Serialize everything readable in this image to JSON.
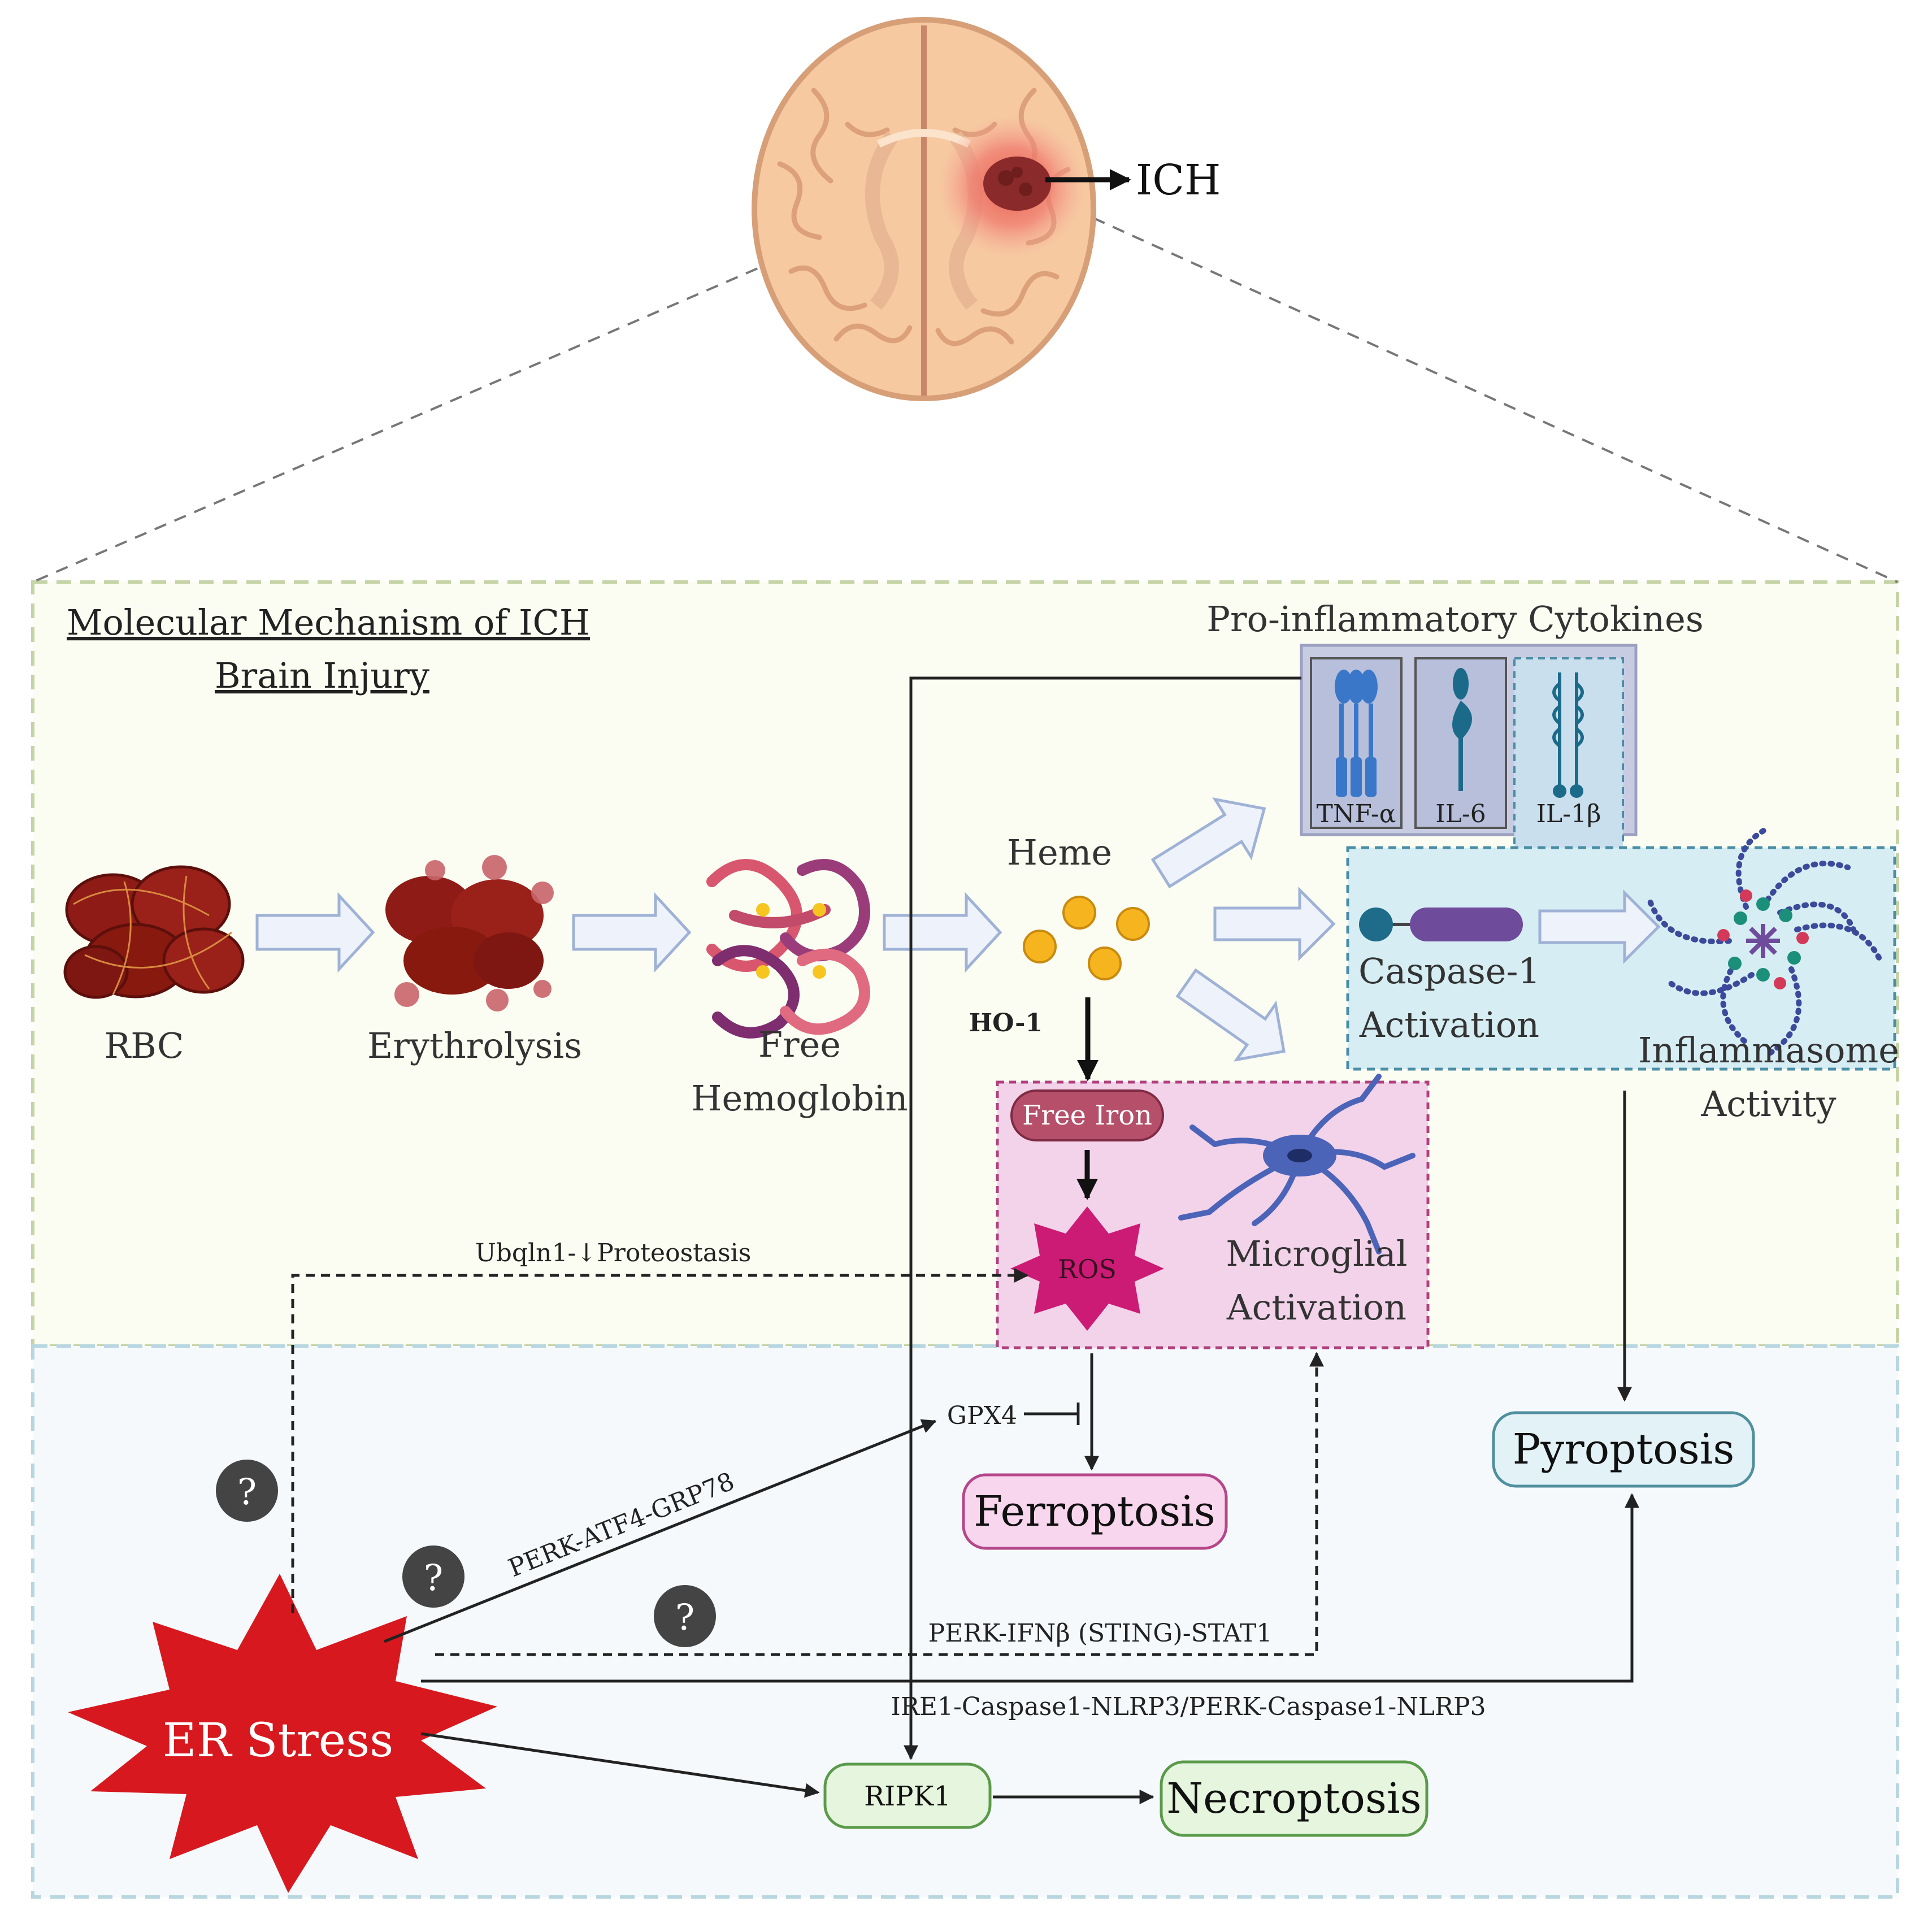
{
  "brain": {
    "ich_label": "ICH"
  },
  "panel": {
    "title_line1": "Molecular Mechanism of ICH",
    "title_line2": "Brain Injury"
  },
  "cytokines": {
    "header": "Pro-inflammatory Cytokines",
    "tnf": "TNF-α",
    "il6": "IL-6",
    "il1b": "IL-1β"
  },
  "flow": {
    "rbc": "RBC",
    "erythrolysis": "Erythrolysis",
    "free_hb_line1": "Free",
    "free_hb_line2": "Hemoglobin",
    "heme": "Heme",
    "ho1": "HO-1"
  },
  "caspase": {
    "line1": "Caspase-1",
    "line2": "Activation",
    "inflammasome_line1": "Inflammasome",
    "inflammasome_line2": "Activity"
  },
  "iron_box": {
    "free_iron": "Free Iron",
    "ros": "ROS",
    "microglial_line1": "Microglial",
    "microglial_line2": "Activation"
  },
  "pathways": {
    "ubqln1": "Ubqln1-↓Proteostasis",
    "gpx4": "GPX4",
    "perk_atf4": "PERK-ATF4-GRP78",
    "perk_ifnb": "PERK-IFNβ (STING)-STAT1",
    "ire1": "IRE1-Caspase1-NLRP3/PERK-Caspase1-NLRP3",
    "question": "?"
  },
  "outcomes": {
    "ferroptosis": "Ferroptosis",
    "pyroptosis": "Pyroptosis",
    "necroptosis": "Necroptosis",
    "ripk1": "RIPK1",
    "er_stress": "ER Stress"
  },
  "colors": {
    "panel_top_bg": "#fbfcf2",
    "panel_top_border": "#c5d3a6",
    "panel_bottom_bg": "#f5f9fc",
    "panel_bottom_border": "#b8d6df",
    "block_arrow_fill": "#eef2fb",
    "block_arrow_stroke": "#9fb2d6",
    "caspase_box_bg": "#d6edf3",
    "caspase_box_border": "#4a8ea6",
    "iron_box_bg": "#f3d3ea",
    "iron_box_border": "#b0407d",
    "ferroptosis_bg": "#f8d7ee",
    "ferroptosis_border": "#b5468a",
    "pyroptosis_bg": "#e3f2f6",
    "pyroptosis_border": "#4f8f9e",
    "necroptosis_bg": "#e6f5de",
    "necroptosis_border": "#5a9a4a",
    "er_stress_red": "#d7191f",
    "ros_magenta": "#cc1b74",
    "free_iron_bg": "#b64f6a",
    "heme_gold": "#f6b51f",
    "question_bg": "#444444",
    "cytokine_box_bg": "#b7bfdb",
    "caspase_teal": "#1e6b8a",
    "caspase_purple": "#6e4b9b",
    "microglia_blue": "#4b64b8"
  },
  "icons": {
    "brain": "brain-icon",
    "rbc": "rbc-cluster-icon",
    "erythrolysis": "lysed-rbc-icon",
    "hemoglobin": "hemoglobin-protein-icon",
    "heme": "heme-molecules-icon",
    "tnf": "tnf-receptor-icon",
    "il6": "il6-receptor-icon",
    "il1b": "il1b-receptor-icon",
    "caspase": "caspase-1-icon",
    "inflammasome": "inflammasome-icon",
    "microglia": "microglia-icon",
    "ros": "ros-burst-icon",
    "er_stress": "er-stress-burst-icon"
  }
}
